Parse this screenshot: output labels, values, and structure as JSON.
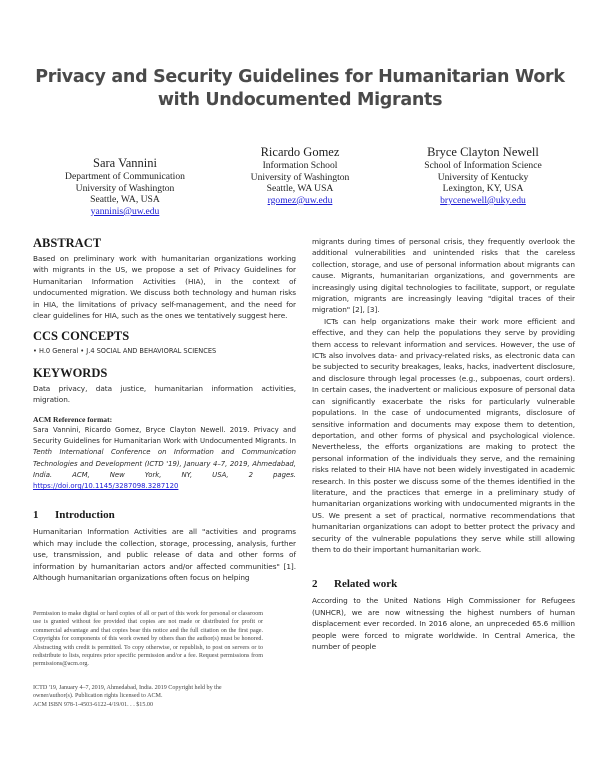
{
  "paper": {
    "title_line1": "Privacy and Security Guidelines for Humanitarian Work",
    "title_line2": "with Undocumented Migrants",
    "authors": [
      {
        "name": "Sara Vannini",
        "affiliation": "Department of Communication",
        "institution": "University of Washington",
        "location": "Seattle, WA, USA",
        "email": "yanninis@uw.edu"
      },
      {
        "name": "Ricardo Gomez",
        "affiliation": "Information School",
        "institution": "University of Washington",
        "location": "Seattle, WA USA",
        "email": "rgomez@uw.edu"
      },
      {
        "name": "Bryce Clayton Newell",
        "affiliation": "School of Information Science",
        "institution": "University of Kentucky",
        "location": "Lexington, KY, USA",
        "email": "brycenewell@uky.edu"
      }
    ],
    "abstract": {
      "heading": "ABSTRACT",
      "text": "Based on preliminary work with humanitarian organizations working with migrants in the US, we propose a set of Privacy Guidelines for Humanitarian Information Activities (HIA), in the context of undocumented migration. We discuss both technology and human risks in HIA, the limitations of privacy self-management, and the need for clear guidelines for HIA, such as the ones we tentatively suggest here."
    },
    "ccs": {
      "heading": "CCS CONCEPTS",
      "text": "• H.0 General • J.4 SOCIAL AND BEHAVIORAL SCIENCES"
    },
    "keywords": {
      "heading": "KEYWORDS",
      "text": "Data privacy, data justice, humanitarian information activities, migration."
    },
    "reference_format": {
      "heading": "ACM Reference format:",
      "authors_text": "Sara Vannini, Ricardo Gomez, Bryce Clayton Newell. 2019. Privacy and Security Guidelines for Humanitarian Work with Undocumented Migrants. In ",
      "venue_italic": "Tenth International Conference on Information and Communication Technologies and Development (ICTD '19), January 4–7, 2019, Ahmedabad, India. ACM, New York, NY, USA, 2 pages.",
      "doi": "https://doi.org/10.1145/3287098.3287120"
    },
    "section1": {
      "number": "1",
      "heading": "Introduction",
      "col1_text": "Humanitarian Information Activities are all \"activities and programs which may include the collection, storage, processing, analysis, further use, transmission, and public release of data and other forms of information by humanitarian actors and/or affected communities\" [1]. Although humanitarian organizations often focus on helping",
      "col2_p1": "migrants during times of personal crisis, they frequently overlook the additional vulnerabilities and unintended risks that the careless collection, storage, and use of personal information about migrants can cause. Migrants, humanitarian organizations, and governments are increasingly using digital technologies to facilitate, support, or regulate migration, migrants are increasingly leaving \"digital traces of their migration\" [2], [3].",
      "col2_p2": "ICTs can help organizations make their work more efficient and effective, and they can help the populations they serve by providing them access to relevant information and services. However, the use of ICTs also involves data- and privacy-related risks, as electronic data can be subjected to security breakages, leaks, hacks, inadvertent disclosure, and disclosure through legal processes (e.g., subpoenas, court orders). In certain cases, the inadvertent or malicious exposure of personal data can significantly exacerbate the risks for particularly vulnerable populations. In the case of undocumented migrants, disclosure of sensitive information and documents may expose them to detention, deportation, and other forms of physical and psychological violence. Nevertheless, the efforts organizations are making to protect the personal information of the individuals they serve, and the remaining risks related to their HIA have not been widely investigated in academic research. In this poster we discuss some of the themes identified in the literature, and the practices that emerge in a preliminary study of humanitarian organizations working with undocumented migrants in the US. We present a set of practical, normative recommendations that humanitarian organizations can adopt to better protect the privacy and security of the vulnerable populations they serve while still allowing them to do their important humanitarian work."
    },
    "section2": {
      "number": "2",
      "heading": "Related work",
      "text": "According to the United Nations High Commissioner for Refugees (UNHCR), we are now witnessing the highest numbers of human displacement ever recorded. In 2016 alone, an unpreceded 65.6 million people were forced to migrate worldwide. In Central America, the number of people"
    },
    "permission": "Permission to make digital or hard copies of all or part of this work for personal or classroom use is granted without fee provided that copies are not made or distributed for profit or commercial advantage and that copies bear this notice and the full citation on the first page. Copyrights for components of this work owned by others than the author(s) must be honored. Abstracting with credit is permitted. To copy otherwise, or republish, to post on servers or to redistribute to lists, requires prior specific permission and/or a fee. Request permissions from permissions@acm.org.",
    "footer": {
      "line1": "ICTD '19, January 4–7, 2019, Ahmedabad, India. 2019 Copyright held by the owner/author(s). Publication rights licensed to ACM.",
      "line2": "ACM ISBN 978-1-4503-6122-4/19/01. . . $15.00"
    }
  }
}
